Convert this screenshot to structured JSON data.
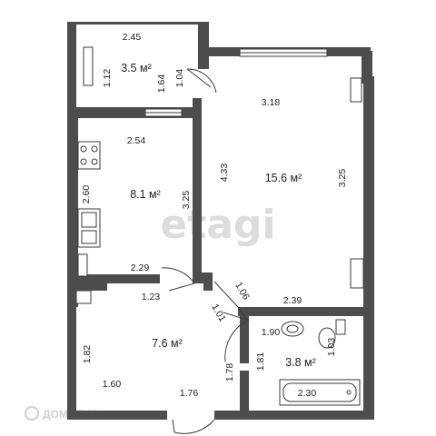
{
  "rooms": {
    "balcony": {
      "area": "3.5 м²",
      "width": "2.45",
      "side_left": "1.12",
      "side_mid": "1.64",
      "side_right": "1.04"
    },
    "living": {
      "area": "15.6 м²",
      "width": "3.18",
      "height_left": "4.33",
      "height_right": "3.25",
      "bottom_width": "2.39",
      "door_diag": "1.06"
    },
    "kitchen": {
      "area": "8.1 м²",
      "width": "2.54",
      "height_left": "2.60",
      "height_right": "3.25",
      "bottom_width": "2.29"
    },
    "hall": {
      "area": "7.6 м²",
      "top_width": "1.23",
      "diag": "1.01",
      "height_left": "1.82",
      "bottom_left": "1.60",
      "bottom_right": "1.76",
      "height_right": "1.78"
    },
    "bath": {
      "area": "3.8 м²",
      "top_width": "1.90",
      "height_left": "1.81",
      "height_right": "1.03",
      "tub_length": "2.30"
    }
  },
  "watermark": {
    "main": "etagi",
    "brand": "ДОМКЛИК"
  },
  "colors": {
    "walls": "#4d4d4d",
    "watermark": "#dcdcdc",
    "background": "#ffffff"
  }
}
